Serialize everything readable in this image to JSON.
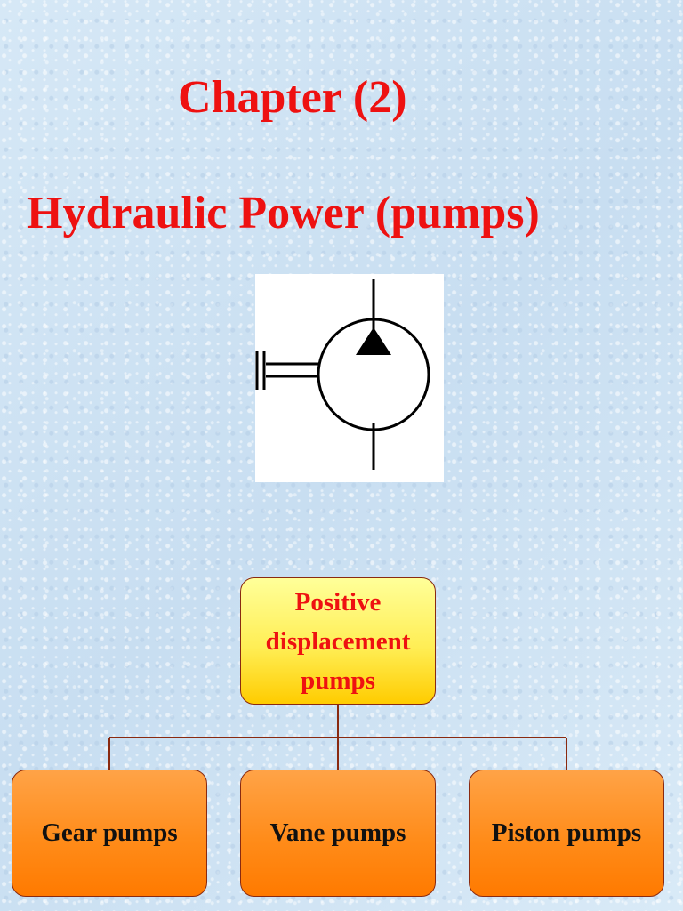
{
  "slide": {
    "chapter_title": "Chapter (2)",
    "main_title": "Hydraulic Power (pumps)"
  },
  "symbol": {
    "icon": "hydraulic-pump-symbol-icon"
  },
  "hierarchy": {
    "root": {
      "label": "Positive\ndisplacement\npumps",
      "fill": "#ffdd33",
      "text_color": "#ee1111"
    },
    "children": [
      {
        "label": "Gear pumps"
      },
      {
        "label": "Vane pumps"
      },
      {
        "label": "Piston pumps"
      }
    ],
    "child_fill": "#ff8c1a",
    "connector_color": "#8a2a10"
  },
  "colors": {
    "title": "#ee1111",
    "background": "#cfe3f3"
  }
}
